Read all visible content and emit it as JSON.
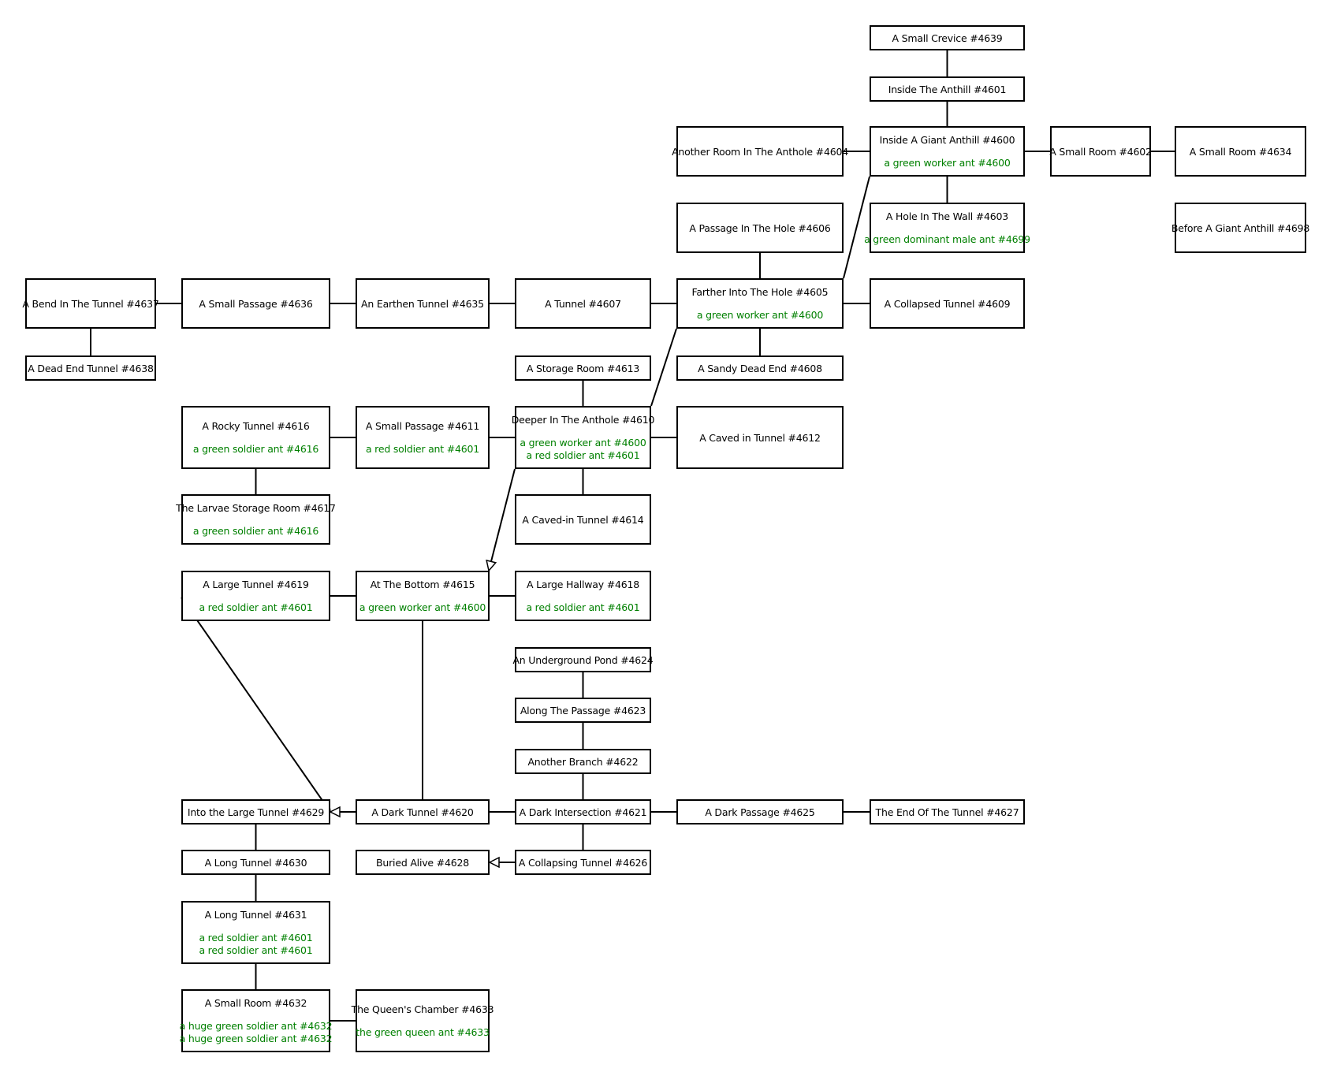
{
  "colors": {
    "line": "#000000",
    "room_border": "#000000",
    "mob_text": "#008000",
    "background": "#ffffff"
  },
  "rooms": {
    "r4639": {
      "title": "A Small Crevice #4639",
      "mobs": []
    },
    "r4601": {
      "title": "Inside The Anthill #4601",
      "mobs": []
    },
    "r4604": {
      "title": "Another Room In The Anthole #4604",
      "mobs": []
    },
    "r4600": {
      "title": "Inside A Giant Anthill #4600",
      "mobs": [
        "a green worker ant #4600"
      ]
    },
    "r4602": {
      "title": "A Small Room #4602",
      "mobs": []
    },
    "r4634": {
      "title": "A Small Room #4634",
      "mobs": []
    },
    "r4606": {
      "title": "A Passage In The Hole #4606",
      "mobs": []
    },
    "r4603": {
      "title": "A Hole In The Wall #4603",
      "mobs": [
        "a green dominant male ant #4699"
      ]
    },
    "r4698": {
      "title": "Before A Giant Anthill #4698",
      "mobs": []
    },
    "r4637": {
      "title": "A Bend In The Tunnel #4637",
      "mobs": []
    },
    "r4636": {
      "title": "A Small Passage #4636",
      "mobs": []
    },
    "r4635": {
      "title": "An Earthen Tunnel #4635",
      "mobs": []
    },
    "r4607": {
      "title": "A Tunnel #4607",
      "mobs": []
    },
    "r4605": {
      "title": "Farther Into The Hole #4605",
      "mobs": [
        "a green worker ant #4600"
      ]
    },
    "r4609": {
      "title": "A Collapsed Tunnel #4609",
      "mobs": []
    },
    "r4638": {
      "title": "A Dead End Tunnel #4638",
      "mobs": []
    },
    "r4613": {
      "title": "A Storage Room #4613",
      "mobs": []
    },
    "r4608": {
      "title": "A Sandy Dead End #4608",
      "mobs": []
    },
    "r4616": {
      "title": "A Rocky Tunnel #4616",
      "mobs": [
        "a green soldier ant #4616"
      ]
    },
    "r4611": {
      "title": "A Small Passage #4611",
      "mobs": [
        "a red soldier ant #4601"
      ]
    },
    "r4610": {
      "title": "Deeper In The Anthole #4610",
      "mobs": [
        "a green worker ant #4600",
        "a red soldier ant #4601"
      ]
    },
    "r4612": {
      "title": "A Caved in Tunnel #4612",
      "mobs": []
    },
    "r4617": {
      "title": "The Larvae Storage Room #4617",
      "mobs": [
        "a green soldier ant #4616"
      ]
    },
    "r4614": {
      "title": "A Caved-in Tunnel #4614",
      "mobs": []
    },
    "r4619": {
      "title": "A Large Tunnel #4619",
      "mobs": [
        "a red soldier ant #4601"
      ]
    },
    "r4615": {
      "title": "At The Bottom #4615",
      "mobs": [
        "a green worker ant #4600"
      ]
    },
    "r4618": {
      "title": "A Large Hallway #4618",
      "mobs": [
        "a red soldier ant #4601"
      ]
    },
    "r4624": {
      "title": "An Underground Pond #4624",
      "mobs": []
    },
    "r4623": {
      "title": "Along The Passage #4623",
      "mobs": []
    },
    "r4622": {
      "title": "Another Branch #4622",
      "mobs": []
    },
    "r4629": {
      "title": "Into the Large Tunnel #4629",
      "mobs": []
    },
    "r4620": {
      "title": "A Dark Tunnel #4620",
      "mobs": []
    },
    "r4621": {
      "title": "A Dark Intersection #4621",
      "mobs": []
    },
    "r4625": {
      "title": "A Dark Passage #4625",
      "mobs": []
    },
    "r4627": {
      "title": "The End Of The Tunnel #4627",
      "mobs": []
    },
    "r4630": {
      "title": "A Long Tunnel #4630",
      "mobs": []
    },
    "r4628": {
      "title": "Buried Alive #4628",
      "mobs": []
    },
    "r4626": {
      "title": "A Collapsing Tunnel #4626",
      "mobs": []
    },
    "r4631": {
      "title": "A Long Tunnel #4631",
      "mobs": [
        "a red soldier ant #4601",
        "a red soldier ant #4601"
      ]
    },
    "r4632": {
      "title": "A Small Room #4632",
      "mobs": [
        "a huge green soldier ant #4632",
        "a huge green soldier ant #4632"
      ]
    },
    "r4633": {
      "title": "The Queen's Chamber #4633",
      "mobs": [
        "the green queen ant #4633"
      ]
    }
  }
}
